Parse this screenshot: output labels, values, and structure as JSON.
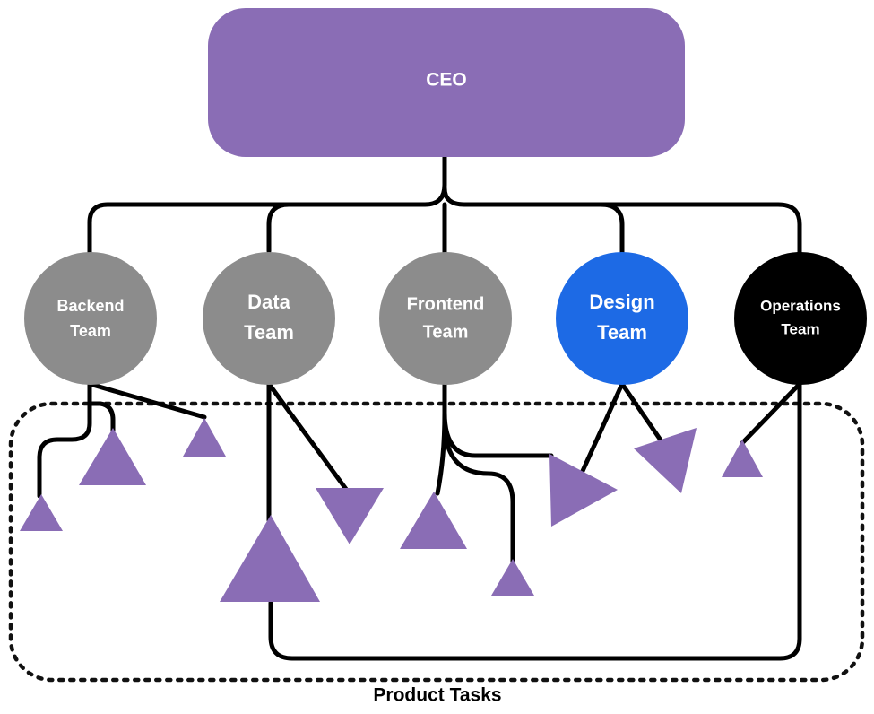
{
  "diagram": {
    "root": {
      "label": "CEO"
    },
    "teams": [
      {
        "line1": "Backend",
        "line2": "Team"
      },
      {
        "line1": "Data",
        "line2": "Team"
      },
      {
        "line1": "Frontend",
        "line2": "Team"
      },
      {
        "line1": "Design",
        "line2": "Team"
      },
      {
        "line1": "Operations",
        "line2": "Team"
      }
    ],
    "group_label": "Product Tasks",
    "colors": {
      "ceo": "#8a6db5",
      "team_default": "#8c8c8c",
      "team_design": "#1d6ae5",
      "team_operations": "#000000",
      "task": "#8a6db5",
      "line": "#000000"
    }
  }
}
